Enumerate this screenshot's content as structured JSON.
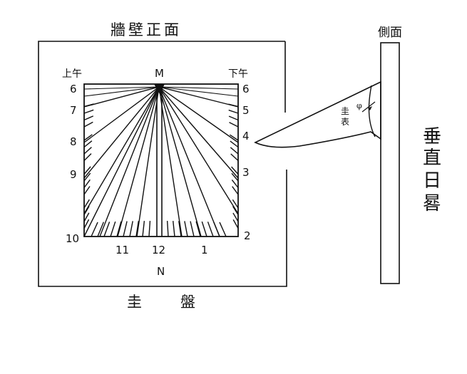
{
  "colors": {
    "ink": "#111111",
    "background": "#ffffff"
  },
  "labels": {
    "wall_front": "牆壁正面",
    "side_view": "側面",
    "vertical_sundial": [
      "垂",
      "直",
      "日",
      "晷"
    ],
    "dial_plate": [
      "圭",
      "盤"
    ],
    "gnomon": [
      "圭",
      "表"
    ],
    "am": "上午",
    "pm": "下午",
    "top_point": "M",
    "bottom_point": "N",
    "gnomon_angle": "φ"
  },
  "hours_left": [
    "6",
    "7",
    "8",
    "9",
    "10"
  ],
  "hours_right": [
    "6",
    "5",
    "4",
    "3",
    "2"
  ],
  "hours_bottom": [
    "11",
    "12",
    "1"
  ]
}
